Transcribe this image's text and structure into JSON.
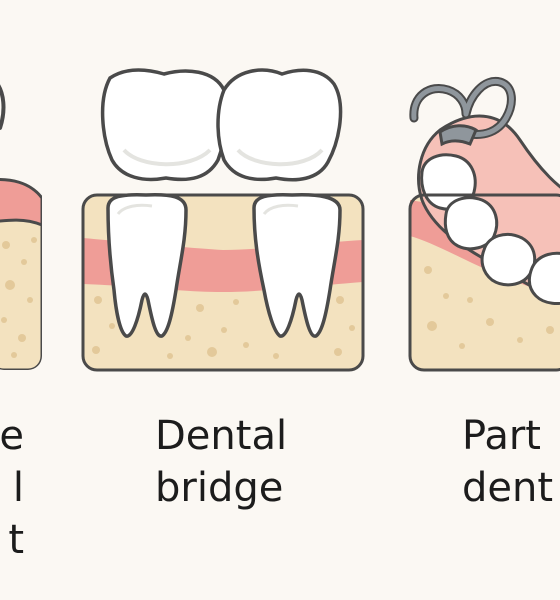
{
  "panels": [
    {
      "id": "implant",
      "caption_lines": [
        "e",
        "l",
        "t"
      ]
    },
    {
      "id": "bridge",
      "caption_lines": [
        "Dental",
        "bridge"
      ]
    },
    {
      "id": "partial-denture",
      "caption_lines": [
        "Part",
        "dent"
      ]
    }
  ],
  "colors": {
    "background": "#fbf8f3",
    "bone": "#f3e2bf",
    "bone_pore": "#e3c99a",
    "gum": "#ef9d97",
    "gum_light": "#f6c1b8",
    "tooth": "#ffffff",
    "tooth_shade": "#e4e4e0",
    "outline": "#4a4a4a",
    "metal": "#8f969c",
    "text": "#1c1c1c"
  },
  "icons": {
    "implant_panel": "dental-implant-icon",
    "bridge_panel": "dental-bridge-icon",
    "denture_panel": "partial-denture-icon",
    "clasp": "metal-clasp-icon"
  }
}
